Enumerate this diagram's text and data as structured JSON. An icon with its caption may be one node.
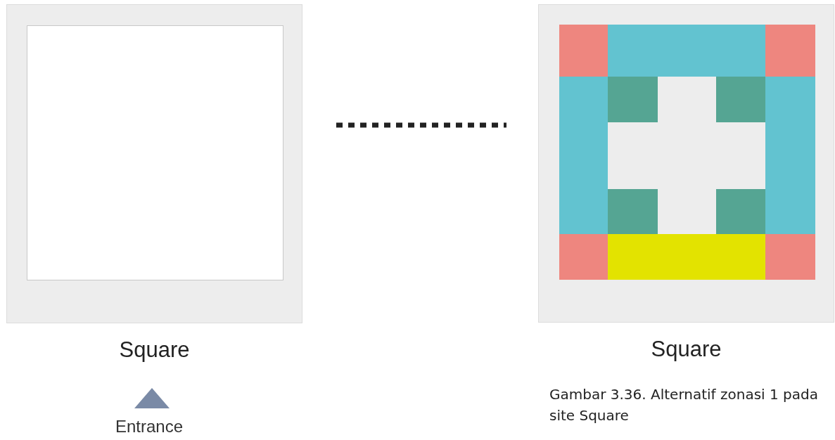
{
  "diagram": {
    "nodes": [
      {
        "text": [
          "Square"
        ]
      },
      {
        "text": [
          "Square"
        ]
      }
    ],
    "edges": [
      {
        "from": 0,
        "to": 1,
        "arrow": "none",
        "style": "dashed"
      }
    ],
    "labels": [
      "Entrance"
    ],
    "caption": "Gambar 3.36. Alternatif zonasi 1 pada site Square"
  }
}
